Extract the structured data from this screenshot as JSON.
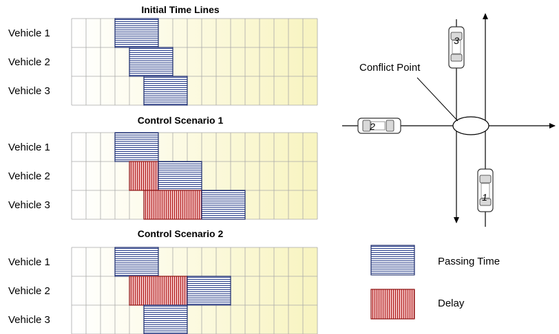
{
  "panels": [
    {
      "title": "Initial Time Lines",
      "rows": [
        {
          "label": "Vehicle 1",
          "blocks": [
            {
              "kind": "passing",
              "start": 3,
              "end": 6
            }
          ]
        },
        {
          "label": "Vehicle 2",
          "blocks": [
            {
              "kind": "passing",
              "start": 4,
              "end": 7
            }
          ]
        },
        {
          "label": "Vehicle 3",
          "blocks": [
            {
              "kind": "passing",
              "start": 5,
              "end": 8
            }
          ]
        }
      ]
    },
    {
      "title": "Control Scenario 1",
      "rows": [
        {
          "label": "Vehicle 1",
          "blocks": [
            {
              "kind": "passing",
              "start": 3,
              "end": 6
            }
          ]
        },
        {
          "label": "Vehicle 2",
          "blocks": [
            {
              "kind": "delay",
              "start": 4,
              "end": 6
            },
            {
              "kind": "passing",
              "start": 6,
              "end": 9
            }
          ]
        },
        {
          "label": "Vehicle 3",
          "blocks": [
            {
              "kind": "delay",
              "start": 5,
              "end": 9
            },
            {
              "kind": "passing",
              "start": 9,
              "end": 12
            }
          ]
        }
      ]
    },
    {
      "title": "Control Scenario 2",
      "rows": [
        {
          "label": "Vehicle 1",
          "blocks": [
            {
              "kind": "passing",
              "start": 3,
              "end": 6
            }
          ]
        },
        {
          "label": "Vehicle 2",
          "blocks": [
            {
              "kind": "delay",
              "start": 4,
              "end": 8
            },
            {
              "kind": "passing",
              "start": 8,
              "end": 11
            }
          ]
        },
        {
          "label": "Vehicle 3",
          "blocks": [
            {
              "kind": "passing",
              "start": 5,
              "end": 8
            }
          ]
        }
      ]
    }
  ],
  "grid_columns": 17,
  "intersection": {
    "conflict_label": "Conflict Point",
    "vehicles": [
      {
        "number": "1",
        "heading": "north"
      },
      {
        "number": "2",
        "heading": "east"
      },
      {
        "number": "3",
        "heading": "south"
      }
    ]
  },
  "legend": [
    {
      "kind": "passing",
      "label": "Passing Time"
    },
    {
      "kind": "delay",
      "label": "Delay"
    }
  ],
  "colors": {
    "passing_fill": "#ffffff",
    "passing_stripe": "#2b3f8c",
    "delay_fill": "#f2b6b6",
    "delay_stripe": "#b01c1c",
    "grid_line": "#a9a9a9",
    "bg_light": "#ffffff",
    "bg_yellow": "#f8f5c4"
  }
}
